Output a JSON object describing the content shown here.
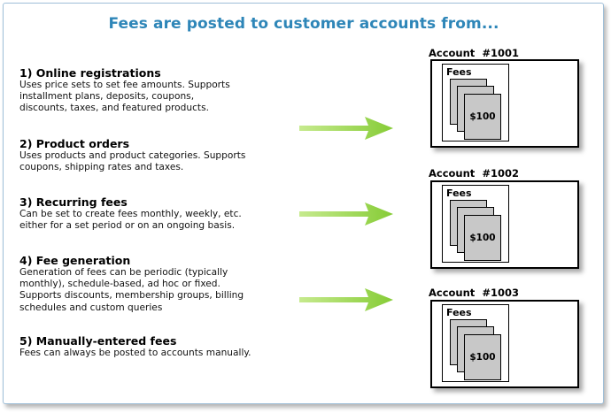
{
  "title": "Fees are posted to customer accounts from...",
  "sources": [
    {
      "heading": "1) Online registrations",
      "text": "Uses price sets to set fee amounts.  Supports\ninstallment plans, deposits, coupons,\ndiscounts, taxes, and featured products."
    },
    {
      "heading": "2) Product orders",
      "text": "Uses products and product categories.  Supports\ncoupons, shipping rates and taxes."
    },
    {
      "heading": "3) Recurring fees",
      "text": "Can be set to create fees monthly, weekly, etc.\neither for a set period or on an ongoing basis."
    },
    {
      "heading": "4) Fee generation",
      "text": "Generation of fees can be periodic (typically\nmonthly), schedule-based, ad hoc or fixed.\nSupports discounts, membership groups, billing\nschedules and custom queries"
    },
    {
      "heading": "5) Manually-entered fees",
      "text": "Fees can always be posted to accounts manually."
    }
  ],
  "accounts": [
    {
      "label": "Account  #1001",
      "fees_label": "Fees",
      "amount": "$100"
    },
    {
      "label": "Account  #1002",
      "fees_label": "Fees",
      "amount": "$100"
    },
    {
      "label": "Account  #1003",
      "fees_label": "Fees",
      "amount": "$100"
    }
  ],
  "colors": {
    "title": "#2e86b8",
    "arrow": "#8fd13f",
    "card": "#c8c8c8",
    "frame_border": "#9fbfd8"
  }
}
